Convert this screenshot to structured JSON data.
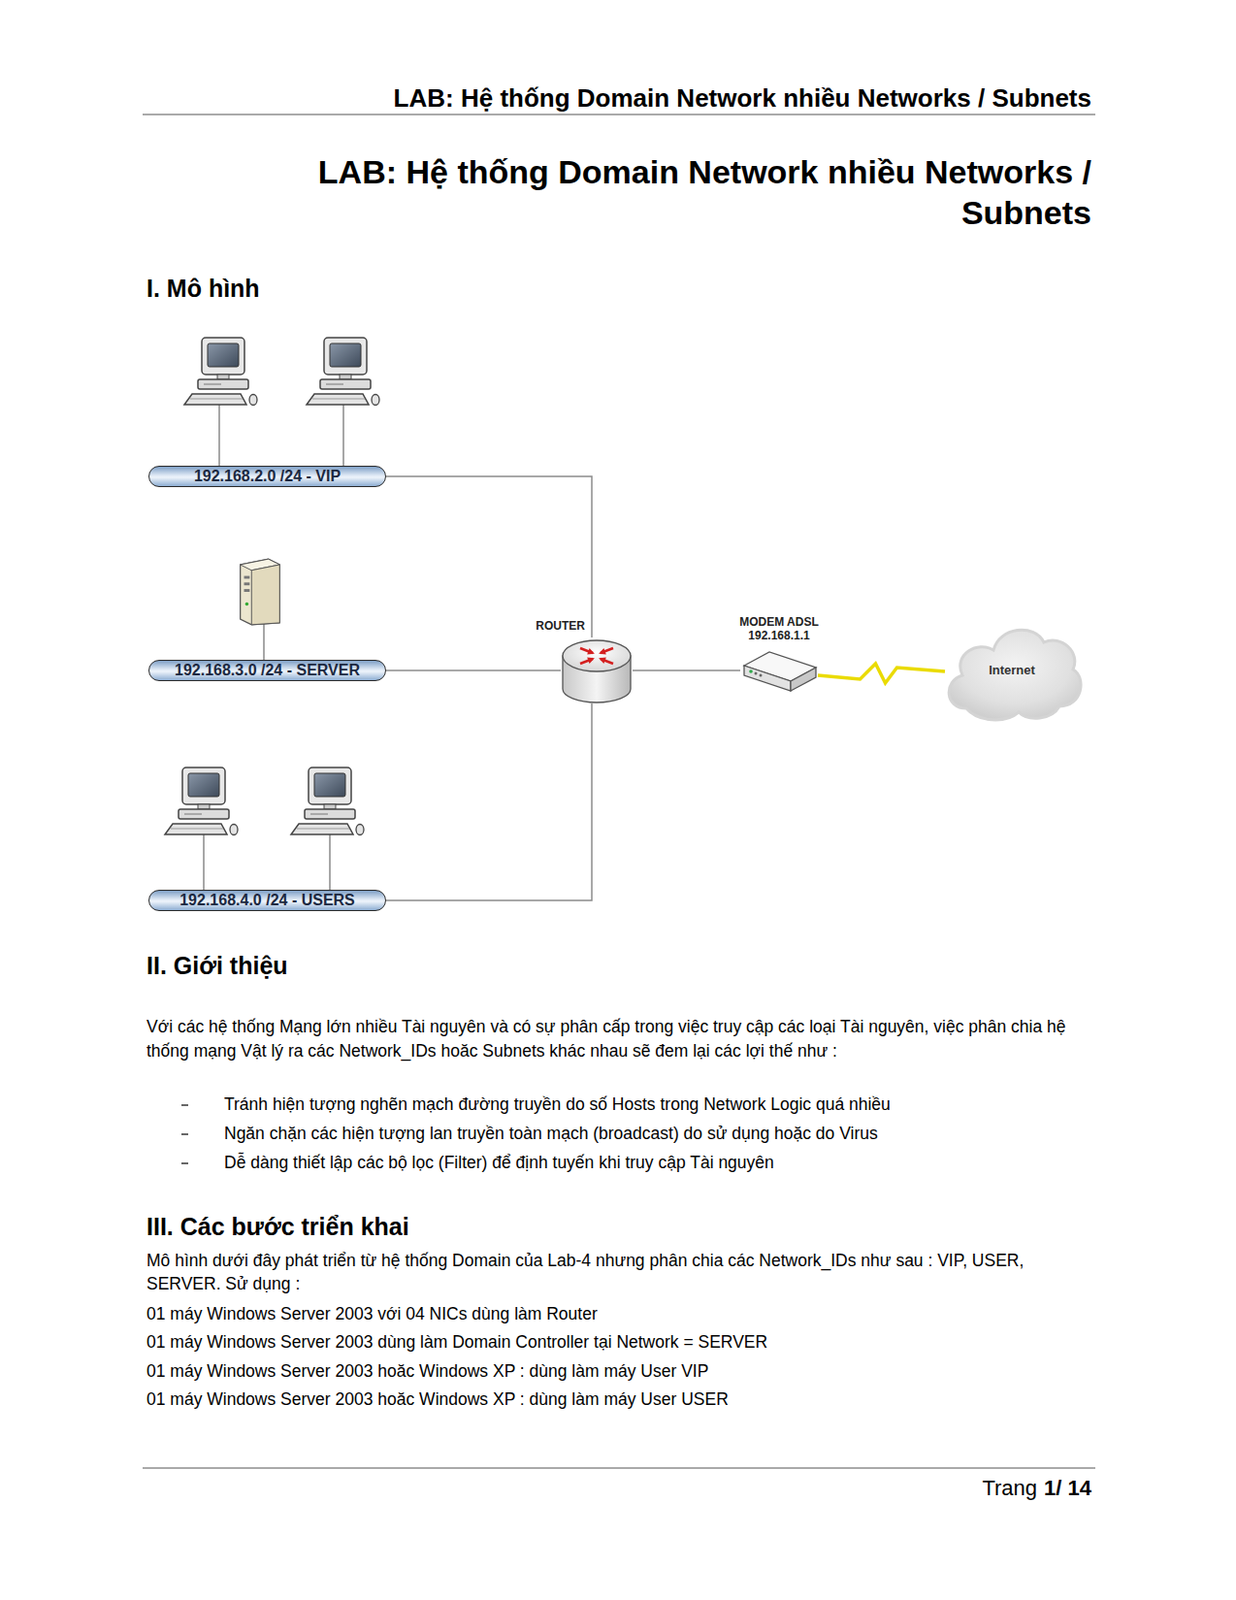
{
  "diagram": {
    "title": "LAB: Hệ thống Domain Network nhiều Networks / Subnets",
    "nodes": [
      {
        "text": [
          "192.168.2.0 /24 - VIP"
        ]
      },
      {
        "text": [
          "192.168.3.0 /24 - SERVER"
        ]
      },
      {
        "text": [
          "192.168.4.0 /24 - USERS"
        ]
      },
      {
        "text": [
          "ROUTER"
        ]
      },
      {
        "text": [
          "MODEM ADSL",
          "192.168.1.1"
        ]
      },
      {
        "text": [
          "Internet"
        ]
      }
    ],
    "edges": [
      {
        "from": 0,
        "to": 3,
        "arrow": "none"
      },
      {
        "from": 1,
        "to": 3,
        "arrow": "none"
      },
      {
        "from": 2,
        "to": 3,
        "arrow": "none"
      },
      {
        "from": 3,
        "to": 4,
        "arrow": "none"
      },
      {
        "from": 4,
        "to": 5,
        "arrow": "none"
      }
    ],
    "labels": [
      "LAB: Hệ thống Domain Network nhiều Networks / Subnets",
      "I. Mô hình",
      "II. Giới thiệu",
      "Với các hệ thống Mạng lớn nhiều Tài nguyên và có sự phân cấp trong việc truy cập các loại Tài nguyên, việc phân chia hệ thống mạng Vật lý ra các Network_IDs hoăc Subnets khác nhau sẽ đem lại các lợi thế như :",
      "Tránh hiện tượng nghẽn mạch đường truyền do số Hosts trong Network Logic quá nhiều",
      "Ngăn chặn các hiện tượng lan truyền toàn mạch (broadcast) do sử dụng hoặc do Virus",
      "Dễ dàng thiết lập các bộ lọc (Filter) để định tuyến khi truy cập Tài nguyên",
      "III. Các bước triển khai",
      "Mô hình dưới đây phát triển từ hệ thống Domain của Lab-4 nhưng phân chia các Network_IDs như sau : VIP, USER, SERVER. Sử dụng :",
      "01 máy Windows Server 2003 với 04 NICs dùng làm Router",
      "01 máy Windows Server 2003 dùng làm Domain Controller tại Network = SERVER",
      "01 máy Windows Server 2003 hoăc Windows XP : dùng làm máy User VIP",
      "01 máy Windows Server 2003 hoăc Windows XP : dùng làm máy User USER",
      "Trang",
      "1/ 14"
    ]
  }
}
